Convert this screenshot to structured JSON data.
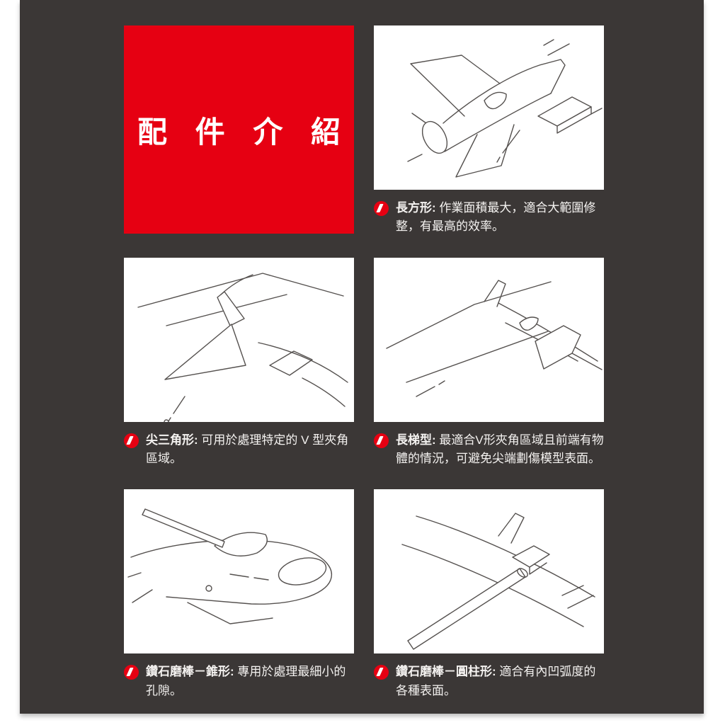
{
  "colors": {
    "accent_red": "#e60012",
    "board_bg": "#3b3736",
    "panel_bg": "#ffffff",
    "caption_text": "#f4f2f0",
    "line_art": "#55514f"
  },
  "title_block": {
    "text": "配 件 介 紹"
  },
  "caption_icon": "brand-logo-icon",
  "sections": [
    {
      "id": "rectangle",
      "label": "長方形:",
      "description": "作業面積最大，適合大範圍修整，有最高的效率。",
      "illustration": "plane-with-rectangle-sanding-stick"
    },
    {
      "id": "sharp-triangle",
      "label": "尖三角形:",
      "description": "可用於處理特定的 V 型夾角區域。",
      "illustration": "wing-root-with-triangle-sanding-stick"
    },
    {
      "id": "long-trapezoid",
      "label": "長梯型:",
      "description": "最適合V形夾角區域且前端有物體的情況，可避免尖端劃傷模型表面。",
      "illustration": "fuselage-with-trapezoid-sanding-stick"
    },
    {
      "id": "diamond-file-cone",
      "label": "鑽石磨棒－錐形:",
      "description": "專用於處理最細小的孔隙。",
      "illustration": "nose-with-cone-diamond-file"
    },
    {
      "id": "diamond-file-cylinder",
      "label": "鑽石磨棒－圓柱形:",
      "description": "適合有內凹弧度的各種表面。",
      "illustration": "tail-with-cylinder-diamond-file"
    }
  ]
}
